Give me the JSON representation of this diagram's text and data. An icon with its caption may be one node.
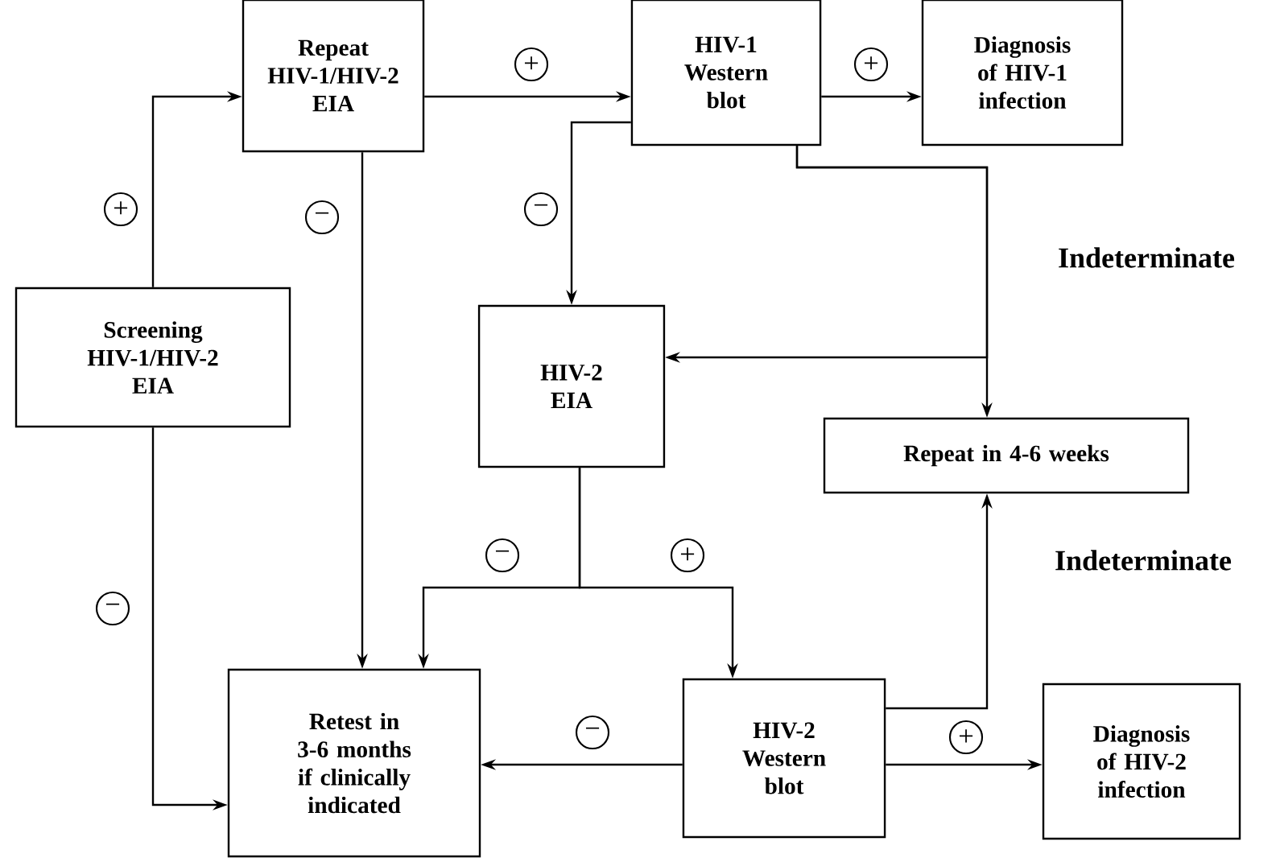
{
  "diagram": {
    "nodes": [
      {
        "text": [
          "Screening HIV-1/HIV-2 EIA"
        ]
      },
      {
        "text": [
          "Repeat HIV-1/HIV-2 EIA"
        ]
      },
      {
        "text": [
          "HIV-1 Western blot"
        ]
      },
      {
        "text": [
          "Diagnosis of HIV-1 infection"
        ]
      },
      {
        "text": [
          "HIV-2 EIA"
        ]
      },
      {
        "text": [
          "Repeat in 4-6 weeks"
        ]
      },
      {
        "text": [
          "Retest in 3-6 months if clinically indicated"
        ]
      },
      {
        "text": [
          "HIV-2 Western blot"
        ]
      },
      {
        "text": [
          "Diagnosis of HIV-2 infection"
        ]
      }
    ],
    "edges": [
      {
        "from": 0,
        "to": 1,
        "arrow": "to",
        "label": "+"
      },
      {
        "from": 0,
        "to": 6,
        "arrow": "to",
        "label": "−"
      },
      {
        "from": 1,
        "to": 2,
        "arrow": "to",
        "label": "+"
      },
      {
        "from": 1,
        "to": 6,
        "arrow": "to",
        "label": "−"
      },
      {
        "from": 2,
        "to": 3,
        "arrow": "to",
        "label": "+"
      },
      {
        "from": 2,
        "to": 4,
        "arrow": "to",
        "label": "−"
      },
      {
        "from": 2,
        "to": 4,
        "arrow": "to"
      },
      {
        "from": 2,
        "to": 5,
        "arrow": "to",
        "label": "Indeterminate"
      },
      {
        "from": 4,
        "to": 6,
        "arrow": "to",
        "label": "−"
      },
      {
        "from": 4,
        "to": 7,
        "arrow": "to",
        "label": "+"
      },
      {
        "from": 7,
        "to": 5,
        "arrow": "to",
        "label": "Indeterminate"
      },
      {
        "from": 7,
        "to": 6,
        "arrow": "to",
        "label": "−"
      },
      {
        "from": 7,
        "to": 8,
        "arrow": "to",
        "label": "+"
      }
    ]
  }
}
